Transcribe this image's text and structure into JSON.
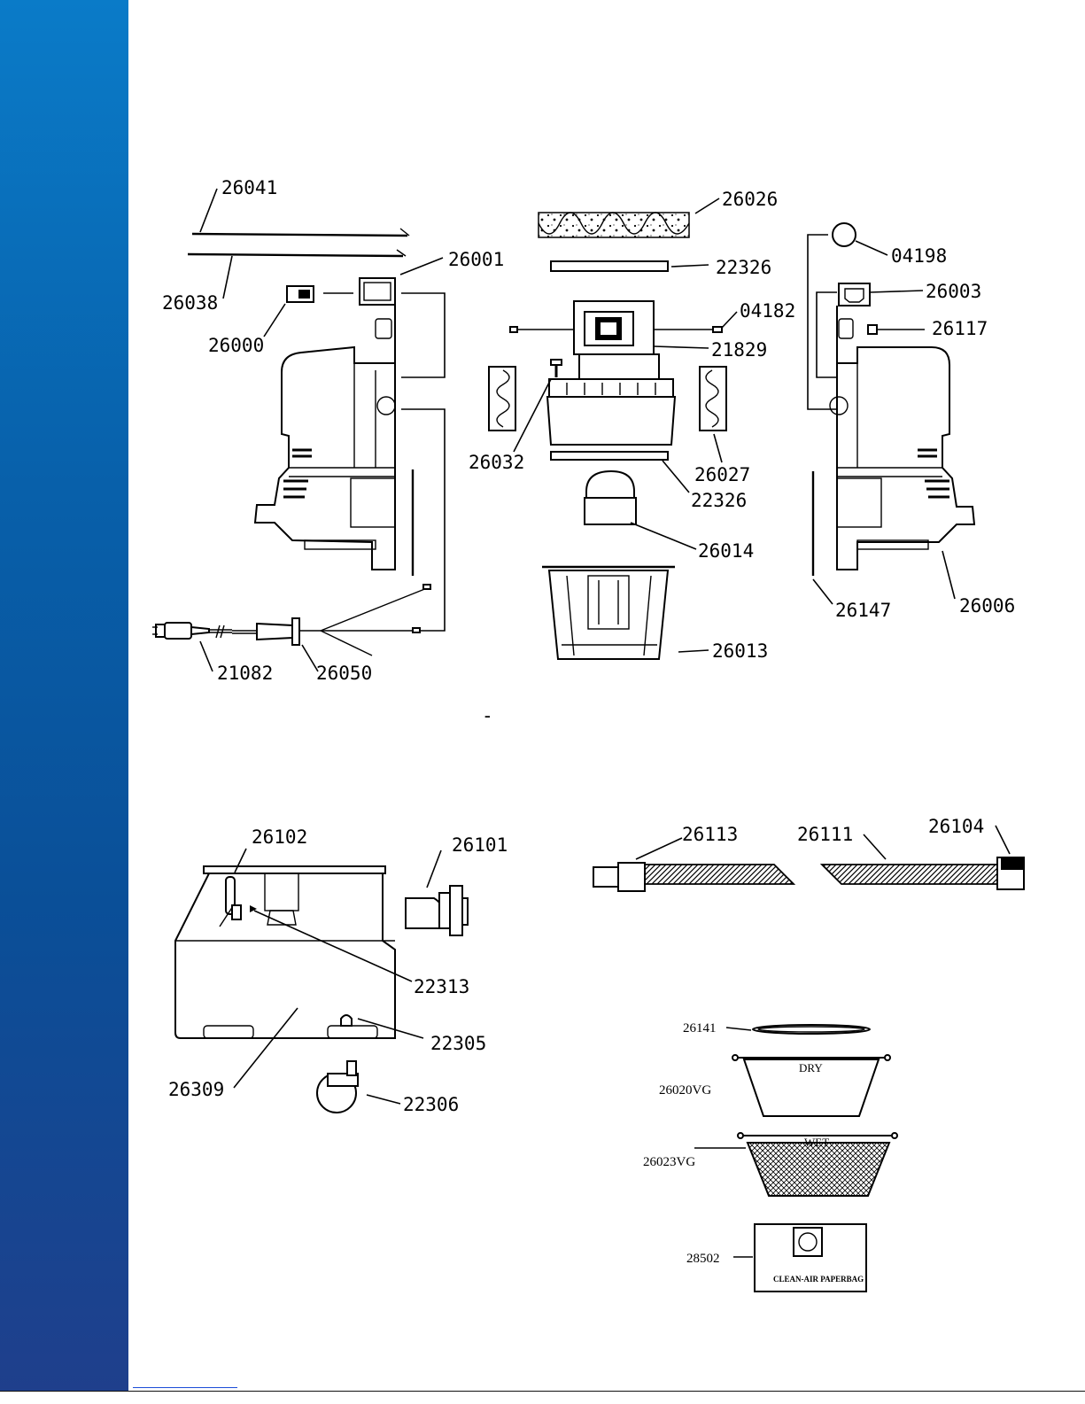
{
  "diagram": {
    "part_numbers": {
      "p26041": "26041",
      "p26038": "26038",
      "p26001": "26001",
      "p26000": "26000",
      "p21082": "21082",
      "p26050": "26050",
      "p26026": "26026",
      "p22326_top": "22326",
      "p04182": "04182",
      "p21829": "21829",
      "p26032": "26032",
      "p26027": "26027",
      "p22326_bottom": "22326",
      "p26014": "26014",
      "p26013": "26013",
      "p04198": "04198",
      "p26003": "26003",
      "p26117": "26117",
      "p26147": "26147",
      "p26006": "26006",
      "p26102": "26102",
      "p26101": "26101",
      "p22313": "22313",
      "p22305": "22305",
      "p26309": "26309",
      "p22306": "22306",
      "p26113": "26113",
      "p26111": "26111",
      "p26104": "26104",
      "p26141": "26141",
      "p26020VG": "26020VG",
      "p26023VG": "26023VG",
      "p28502": "28502"
    },
    "part_texts": {
      "dry_basket": "DRY",
      "wet_basket": "WET",
      "paper_bag": "CLEAN-AIR PAPERBAG",
      "stray_mark": "-"
    }
  },
  "colors": {
    "sidebar_top": "#0a7bc8",
    "sidebar_bottom": "#1f3f8c",
    "ink": "#000000"
  }
}
